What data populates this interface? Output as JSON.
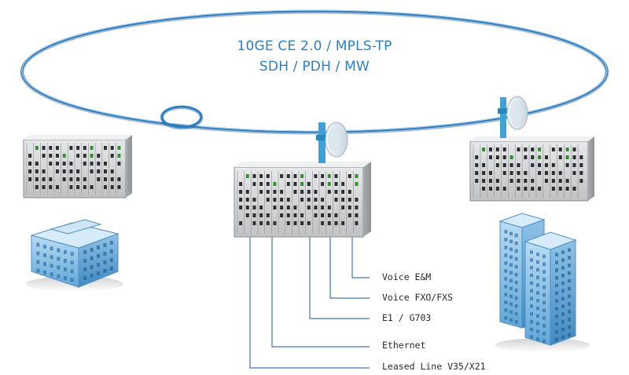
{
  "ring": {
    "line1": "10GE CE 2.0  / MPLS-TP",
    "line2": "SDH / PDH / MW"
  },
  "interfaces": [
    "Voice E&M",
    "Voice FXO/FXS",
    "E1 / G703",
    "Ethernet",
    "Leased Line V35/X21"
  ],
  "colors": {
    "ring": "#1c5f9e",
    "title": "#2f7fc0",
    "leader_lines": "#3a78b8",
    "chassis": "#d2d4d6",
    "building": "#7fb8e0",
    "antenna": "#3ea2d6"
  },
  "icons": [
    "fiber-loop-icon",
    "microwave-antenna-icon",
    "network-chassis-icon",
    "office-building-icon",
    "tower-building-icon"
  ]
}
